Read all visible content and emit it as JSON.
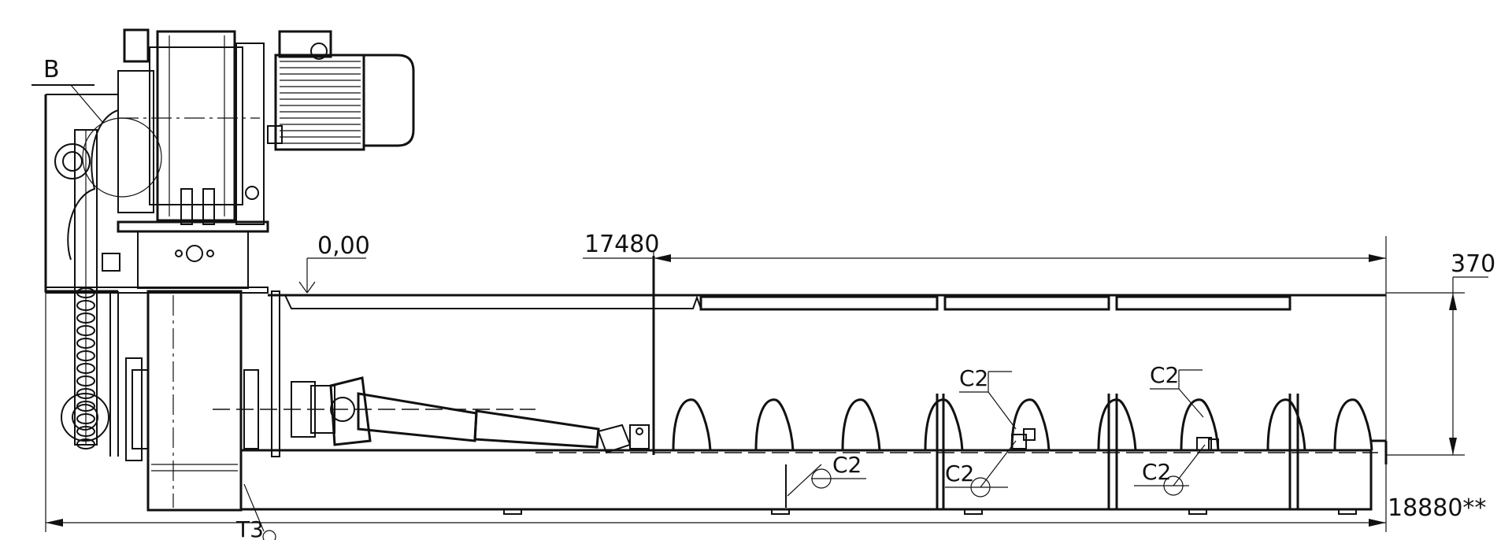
{
  "labels": {
    "view_b": "B",
    "level": "0,00",
    "length_inner": "17480",
    "height": "370",
    "length_total": "18880**",
    "section_c2_a": "C2",
    "section_c2_b": "C2",
    "section_c2_c": "C2",
    "section_c2_d": "C2",
    "section_c2_e": "C2",
    "label_t3": "T3"
  }
}
